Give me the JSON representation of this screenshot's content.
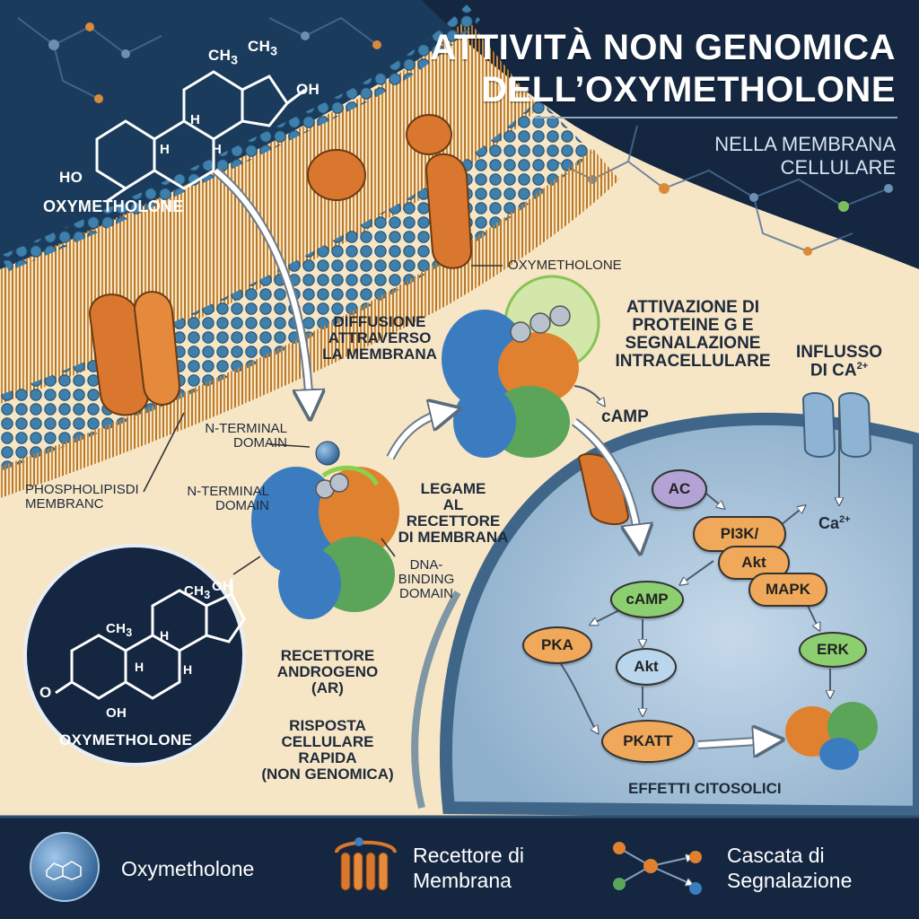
{
  "header": {
    "title_line1": "ATTIVITÀ NON GENOMICA",
    "title_line2": "DELL’OXYMETHOLONE",
    "subtitle_line1": "NELLA MEMBRANA",
    "subtitle_line2": "CELLULARE"
  },
  "molecule_top": {
    "label": "OXYMETHOLONE",
    "atoms": {
      "ch3_a": "CH",
      "ch3_b": "CH",
      "oh": "OH",
      "ho": "HO",
      "h1": "H",
      "h2": "H",
      "h3": "H"
    }
  },
  "molecule_inset": {
    "label": "OXYMETHOLONE",
    "atoms": {
      "ch3_a": "CH",
      "ch3_b": "CH",
      "oh_top": "OH",
      "oh_bottom": "OH",
      "o": "O",
      "h1": "H",
      "h2": "H",
      "h3": "H"
    }
  },
  "subscript3": "3",
  "labels": {
    "oxymetholone_pointer": "OXYMETHOLONE",
    "diffusion": [
      "DIFFUSIONE",
      "ATTRAVERSO",
      "LA MEMBRANA"
    ],
    "g_protein": [
      "ATTIVAZIONE DI",
      "PROTEINE G E",
      "SEGNALAZIONE",
      "INTRACELLULARE"
    ],
    "calcium_influx_1": "INFLUSSO",
    "calcium_influx_2": "DI CA",
    "calcium_sup": "2+",
    "camp_top": "cAMP",
    "n_terminal_1": [
      "N-TERMINAL",
      "DOMAIN"
    ],
    "n_terminal_2": [
      "N-TERMINAL",
      "DOMAIN"
    ],
    "phospholipid": [
      "PHOSPHOLIPISDI",
      "MEMBRANC"
    ],
    "binding": [
      "LEGAME",
      "AL RECETTORE",
      "DI MEMBRANA"
    ],
    "dna_binding": [
      "DNA-",
      "BINDING",
      "DOMAIN"
    ],
    "receptor": [
      "RECETTORE",
      "ANDROGENO",
      "(AR)"
    ],
    "rapid_response": [
      "RISPOSTA",
      "CELLULARE",
      "RAPIDA",
      "(NON GENOMICA)"
    ],
    "cytosolic": "EFFETTI CITOSOLICI",
    "ca_ion": "Ca",
    "ca_ion_sup": "2+"
  },
  "pathway": {
    "ac": "AC",
    "pi3k": "PI3K/",
    "akt_top": "Akt",
    "mapk": "MAPK",
    "camp": "cAMP",
    "pka": "PKA",
    "akt": "Akt",
    "erk": "ERK",
    "pkatt": "PKATT"
  },
  "colors": {
    "navy": "#142640",
    "cytoplasm": "#f6e6c6",
    "membrane_head": "#3d7ca8",
    "lipid_tail": "#c98a3a",
    "channel": "#d9772e",
    "receptor_blue": "#3b7cc0",
    "receptor_orange": "#e0812f",
    "receptor_green": "#5aa55a",
    "nucleus": "#a7c4dc",
    "nucleus_edge": "#4d7395",
    "purple": "#b3a2d4",
    "orange_pill": "#f0a85a",
    "green_pill": "#8ccf70",
    "blue_pill": "#b9d6ec"
  },
  "legend": {
    "item1": "Oxymetholone",
    "item2_line1": "Recettore di",
    "item2_line2": "Membrana",
    "item3_line1": "Cascata di",
    "item3_line2": "Segnalazione"
  }
}
